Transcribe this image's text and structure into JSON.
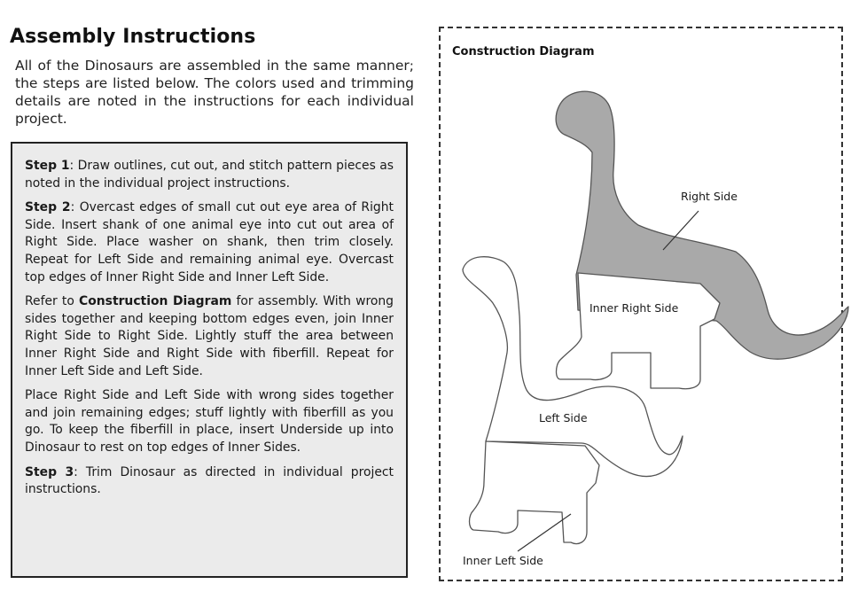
{
  "page": {
    "title": "Assembly Instructions",
    "intro": "All of the Dinosaurs are assembled in the same manner; the steps are listed below. The colors used and trimming details are noted in the instructions for each individual project."
  },
  "steps": {
    "step1": {
      "label": "Step 1",
      "text": ": Draw outlines, cut out, and stitch pattern pieces as noted in the individual project instructions."
    },
    "step2": {
      "label": "Step 2",
      "text": ": Overcast edges of small cut out eye area of Right Side. Insert shank of one animal eye into cut out area of Right Side. Place washer on shank, then trim closely. Repeat for Left Side and remaining animal eye. Overcast top edges of Inner Right Side and Inner Left Side."
    },
    "refer": {
      "prefix": "Refer to ",
      "bold": "Construction Diagram",
      "text": " for assembly. With wrong sides together and keeping bottom edges even, join Inner Right Side to Right Side. Lightly stuff the area between Inner Right Side and Right Side with fiberfill. Repeat for Inner Left Side and Left Side."
    },
    "place": "Place Right Side and Left Side with wrong sides together and join remaining edges; stuff lightly with fiberfill as you go. To keep the fiberfill in place, insert Underside up into Dinosaur to rest on top edges of Inner Sides.",
    "step3": {
      "label": "Step 3",
      "text": ": Trim Dinosaur as directed in individual project instructions."
    }
  },
  "diagram": {
    "title": "Construction Diagram",
    "labels": {
      "right_side": "Right Side",
      "inner_right_side": "Inner Right Side",
      "left_side": "Left Side",
      "inner_left_side": "Inner Left Side"
    },
    "colors": {
      "right_side_fill": "#a9a9a9",
      "outline": "#555555",
      "shadow": "#9a9a9a"
    }
  }
}
